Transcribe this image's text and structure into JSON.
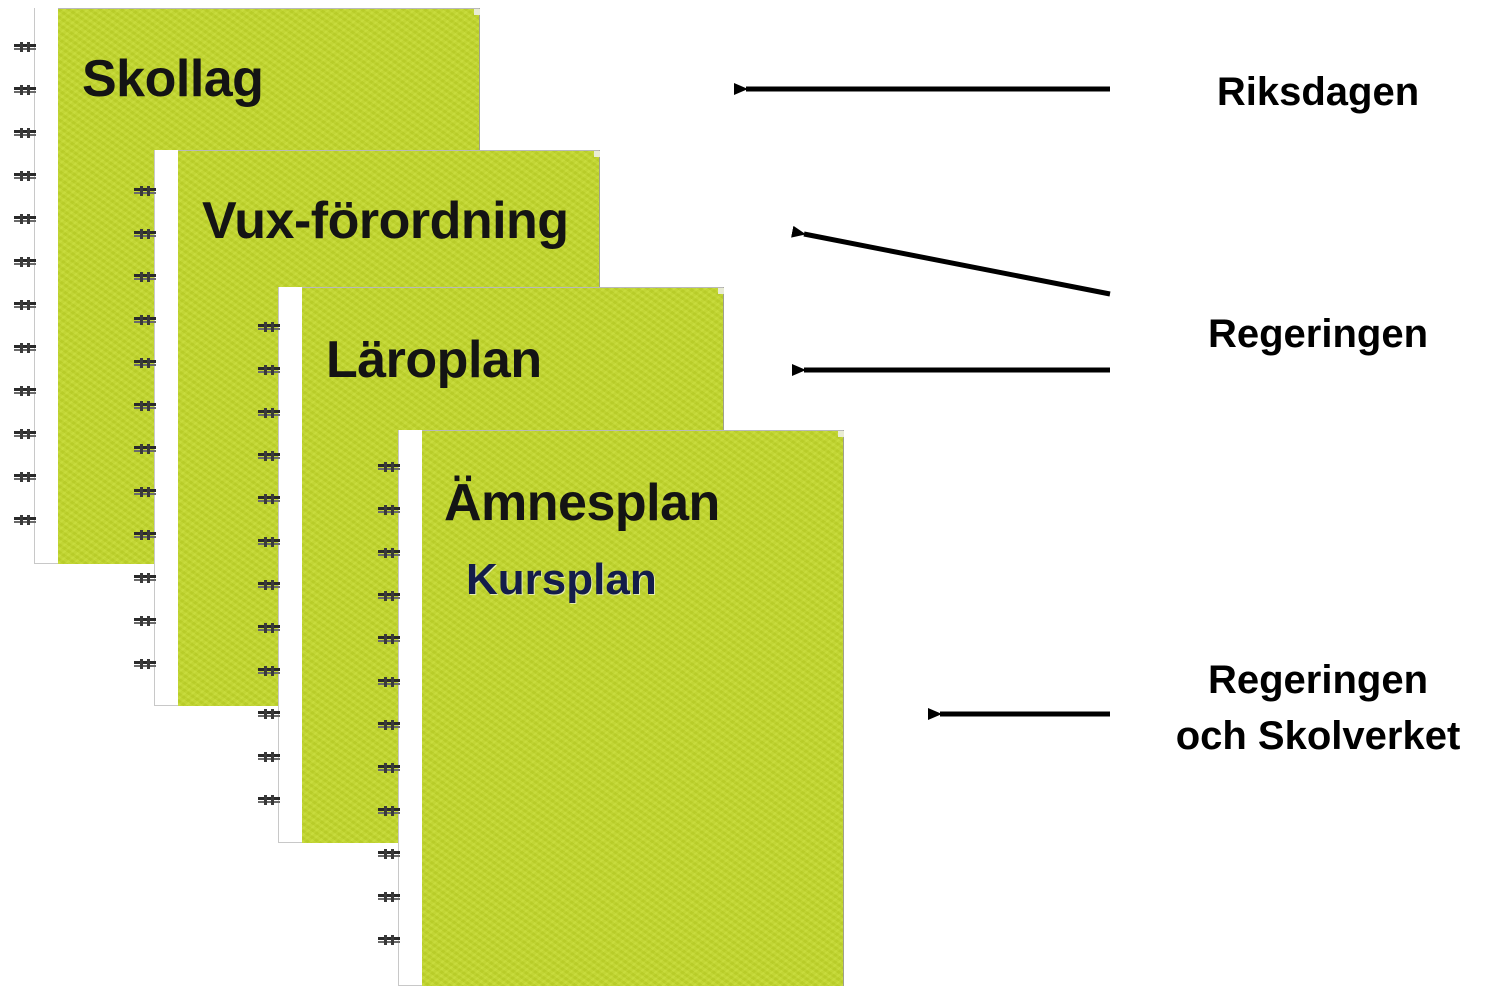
{
  "notebooks": [
    {
      "title": "Skollag"
    },
    {
      "title": "Vux-förordning"
    },
    {
      "title": "Läroplan"
    },
    {
      "title": "Ämnesplan",
      "subtitle": "Kursplan"
    }
  ],
  "authorities": {
    "riksdagen": "Riksdagen",
    "regeringen": "Regeringen",
    "regeringen_skolverket_line1": "Regeringen",
    "regeringen_skolverket_line2": "och Skolverket"
  },
  "colors": {
    "notebook_cover": "#c3d82b",
    "title_text": "#141414",
    "subtitle_text": "#141d4a",
    "arrow": "#000000"
  },
  "icons": [
    "spiral-binding-icon",
    "arrow-left-icon"
  ]
}
